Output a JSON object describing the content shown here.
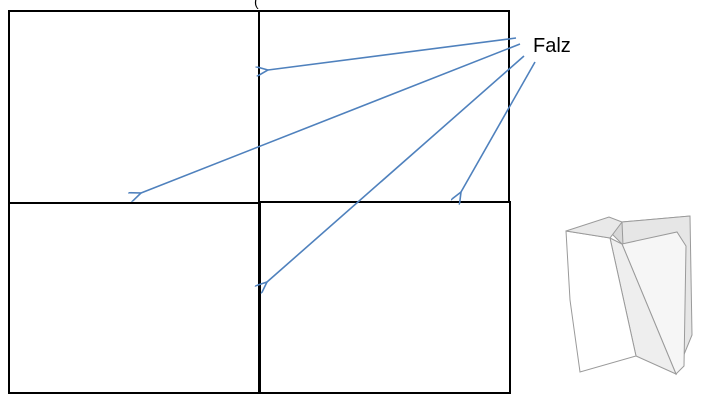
{
  "diagram": {
    "top_clipped_text": "(",
    "fold_label": "Falz",
    "panels": [
      {
        "name": "panel-top-left"
      },
      {
        "name": "panel-top-right"
      },
      {
        "name": "panel-bottom-left"
      },
      {
        "name": "panel-bottom-right"
      }
    ],
    "arrow_color": "#4f81bd",
    "illustration": "folded-leaflet-icon"
  }
}
